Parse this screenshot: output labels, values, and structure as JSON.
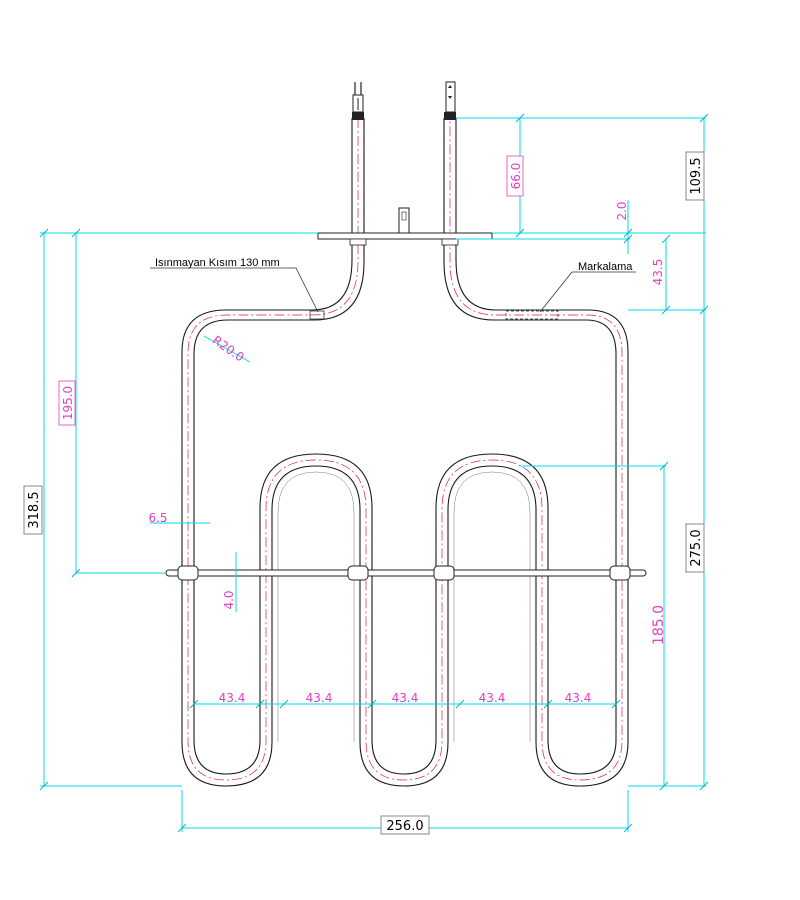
{
  "notes": {
    "unheated": "Isınmayan Kısım 130 mm",
    "marking": "Markalama"
  },
  "dimensions": {
    "total_width": "256.0",
    "total_height": "318.5",
    "right_height": "275.0",
    "terminal_len": "109.5",
    "upper_66": "66.0",
    "gap_2": "2.0",
    "bend_43": "43.5",
    "left_195": "195.0",
    "radius": "R20.0",
    "offset_6": "6.5",
    "bar_4": "4.0",
    "loop_185": "185.0",
    "pitch_1": "43.4",
    "pitch_2": "43.4",
    "pitch_3": "43.4",
    "pitch_4": "43.4",
    "pitch_5": "43.4"
  },
  "colors": {
    "dimension_line": "#00d8e8",
    "dimension_text": "#e040c0",
    "tube_outline": "#1a1a1a",
    "centerline": "#e01a4a"
  }
}
